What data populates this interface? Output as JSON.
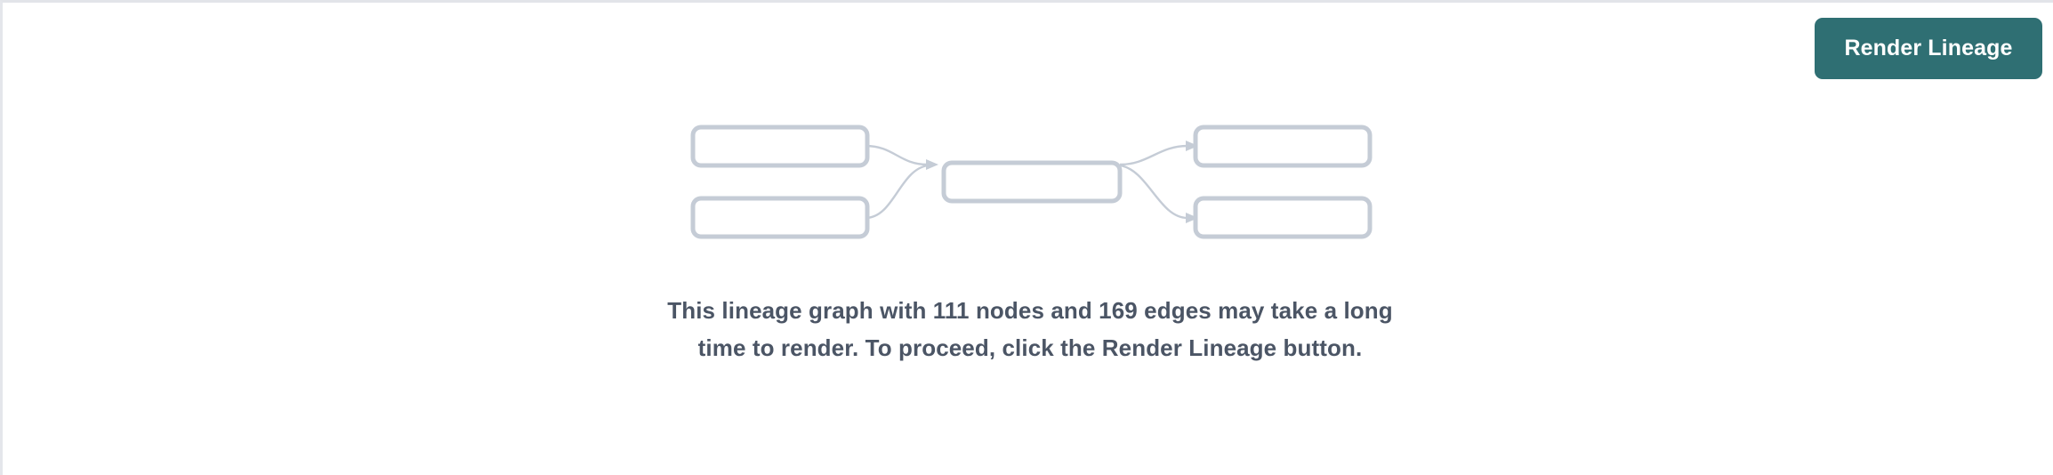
{
  "panel": {
    "background_color": "#ffffff",
    "border_color": "#e2e4e9"
  },
  "toolbar": {
    "render_button_label": "Render Lineage",
    "render_button_color": "#2f6f73",
    "render_button_text_color": "#ffffff"
  },
  "placeholder_graph": {
    "node_border_color": "#c5ccd6",
    "node_fill_color": "#ffffff",
    "edge_color": "#c5ccd6",
    "node_count": 5,
    "edge_count": 4,
    "nodes": [
      {
        "id": "left-top",
        "label": ""
      },
      {
        "id": "left-bottom",
        "label": ""
      },
      {
        "id": "center",
        "label": ""
      },
      {
        "id": "right-top",
        "label": ""
      },
      {
        "id": "right-bottom",
        "label": ""
      }
    ],
    "edges": [
      {
        "from": "left-top",
        "to": "center"
      },
      {
        "from": "left-bottom",
        "to": "center"
      },
      {
        "from": "center",
        "to": "right-top"
      },
      {
        "from": "center",
        "to": "right-bottom"
      }
    ]
  },
  "message": {
    "text": "This lineage graph with 111 nodes and 169 edges may take a long time to render. To proceed, click the Render Lineage button.",
    "node_count": 111,
    "edge_count": 169,
    "text_color": "#4b5565"
  }
}
